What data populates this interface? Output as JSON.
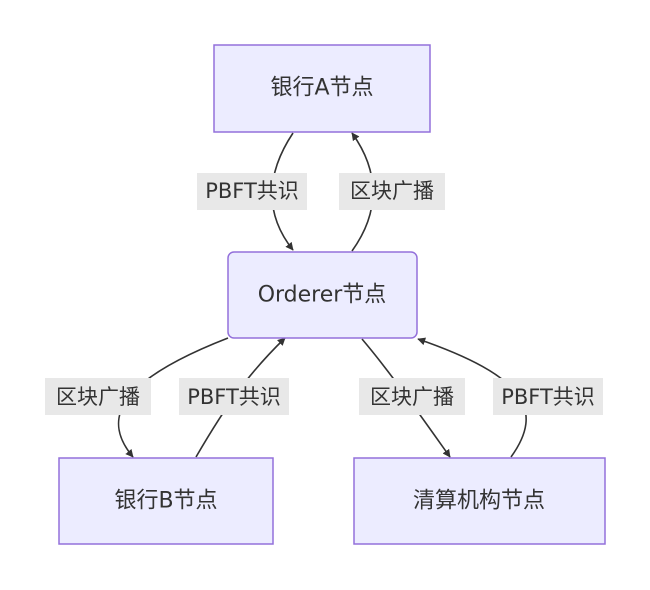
{
  "diagram": {
    "nodes": {
      "bank_a": "银行A节点",
      "orderer": "Orderer节点",
      "bank_b": "银行B节点",
      "clearing": "清算机构节点"
    },
    "edges": {
      "bank_a_to_orderer": "PBFT共识",
      "orderer_to_bank_a": "区块广播",
      "orderer_to_bank_b": "区块广播",
      "bank_b_to_orderer": "PBFT共识",
      "orderer_to_clearing": "区块广播",
      "clearing_to_orderer": "PBFT共识"
    },
    "colors": {
      "node_fill": "#ECECFF",
      "node_stroke": "#9370DB",
      "edge": "#333333",
      "edge_label_bg": "#e8e8e8"
    }
  }
}
